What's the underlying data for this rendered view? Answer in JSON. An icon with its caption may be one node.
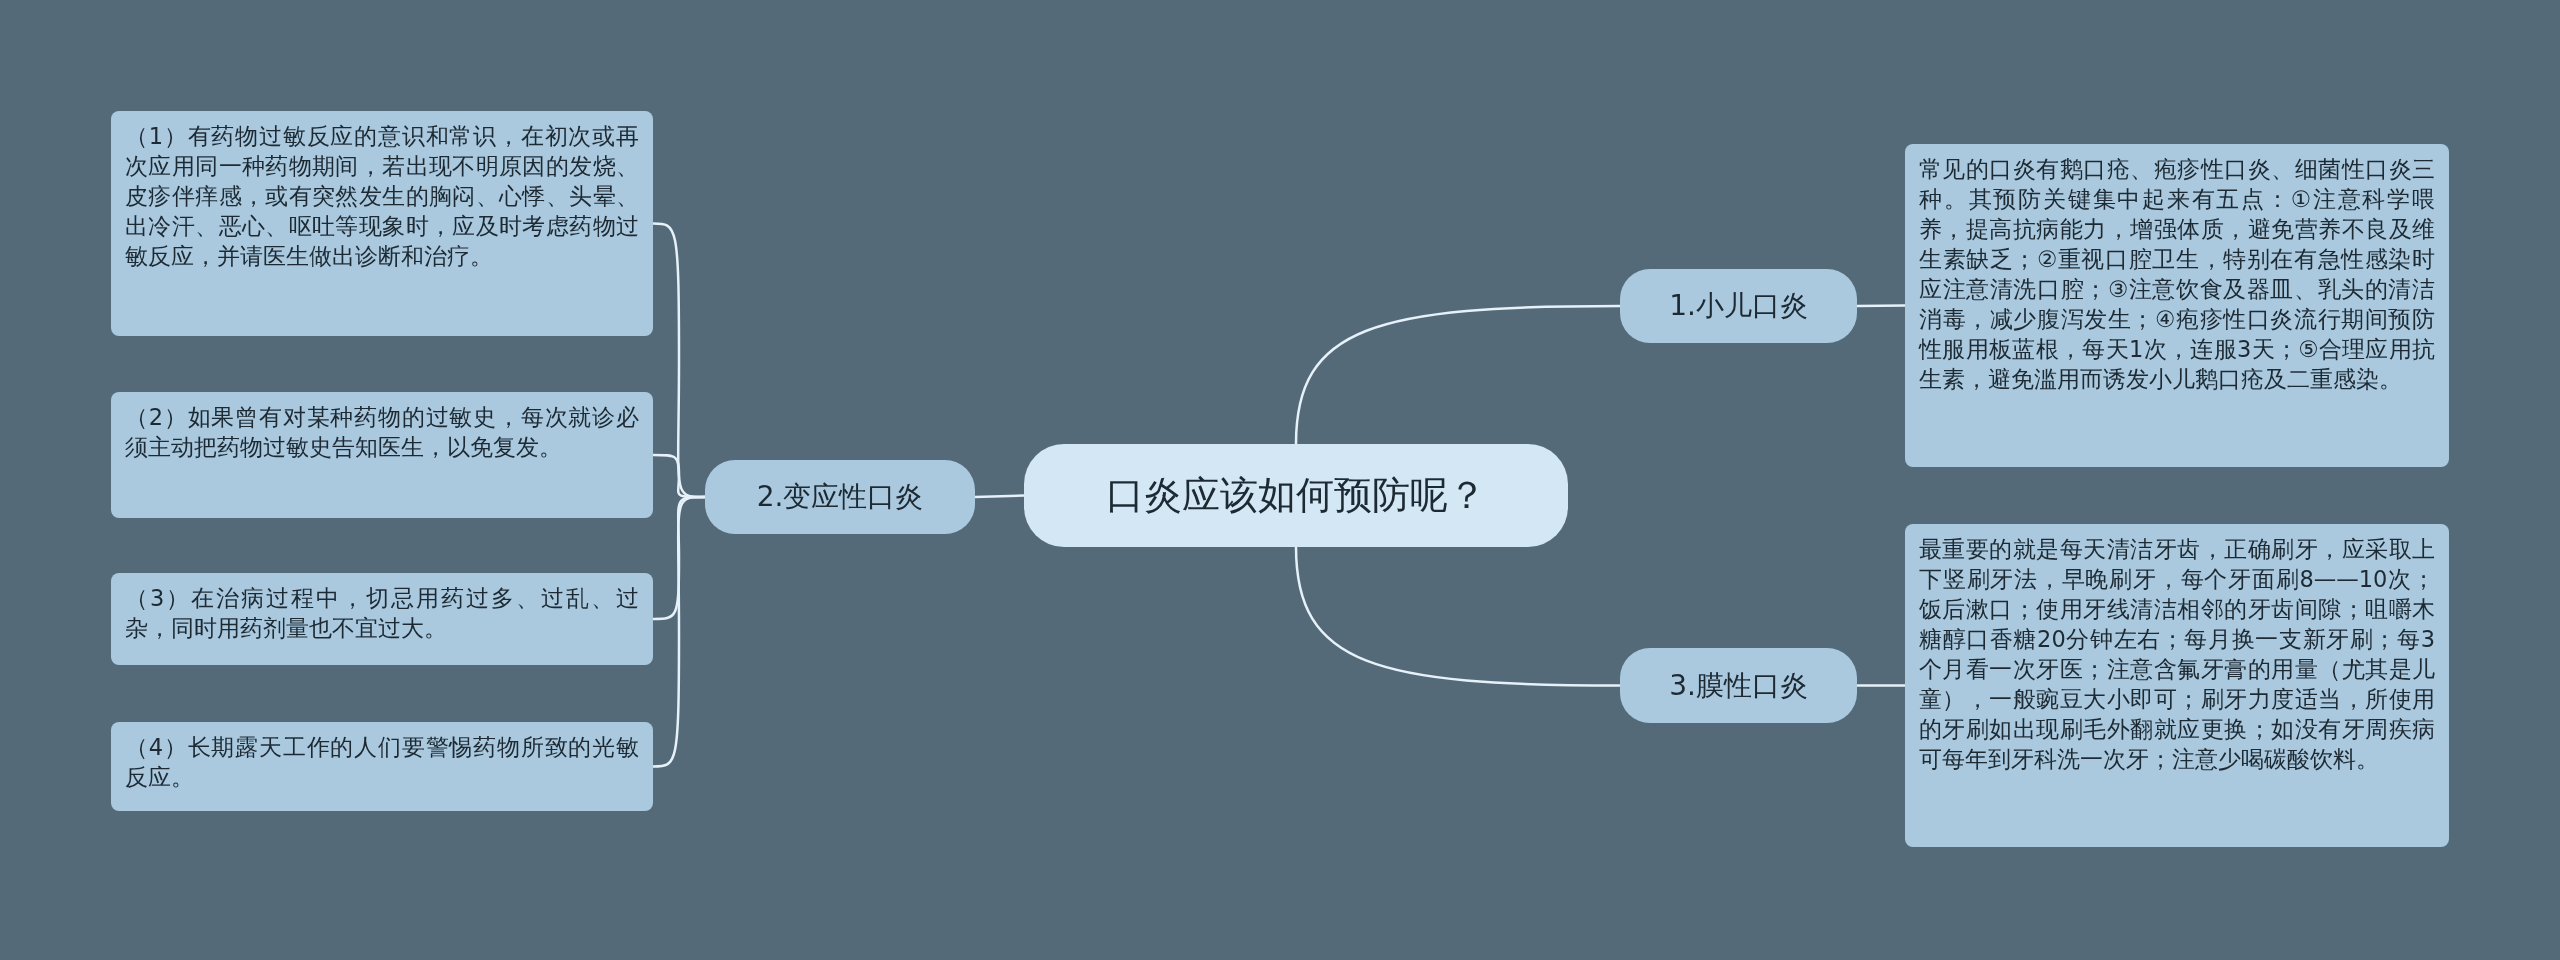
{
  "diagram": {
    "nodes": [
      {
        "text": [
          "口炎应该如何预防呢？"
        ]
      },
      {
        "text": [
          "1.小儿口炎"
        ]
      },
      {
        "text": [
          "常见的口炎有鹅口疮、疱疹性口炎、细菌性口炎三种。其预防关键集中起来有五点：①注意科学喂养，提高抗病能力，增强体质，避免营养不良及维生素缺乏；②重视口腔卫生，特别在有急性感染时应注意清洗口腔；③注意饮食及器皿、乳头的清洁消毒，减少腹泻发生；④疱疹性口炎流行期间预防性服用板蓝根，每天1次，连服3天；⑤合理应用抗生素，避免滥用而诱发小儿鹅口疮及二重感染。"
        ]
      },
      {
        "text": [
          "3.膜性口炎"
        ]
      },
      {
        "text": [
          "最重要的就是每天清洁牙齿，正确刷牙，应采取上下竖刷牙法，早晚刷牙，每个牙面刷8——10次；饭后漱口；使用牙线清洁相邻的牙齿间隙；咀嚼木糖醇口香糖20分钟左右；每月换一支新牙刷；每3个月看一次牙医；注意含氟牙膏的用量（尤其是儿童），一般豌豆大小即可；刷牙力度适当，所使用的牙刷如出现刷毛外翻就应更换；如没有牙周疾病可每年到牙科洗一次牙；注意少喝碳酸饮料。"
        ]
      },
      {
        "text": [
          "2.变应性口炎"
        ]
      },
      {
        "text": [
          "（1）有药物过敏反应的意识和常识，在初次或再次应用同一种药物期间，若出现不明原因的发烧、皮疹伴痒感，或有突然发生的胸闷、心悸、头晕、出冷汗、恶心、呕吐等现象时，应及时考虑药物过敏反应，并请医生做出诊断和治疗。"
        ]
      },
      {
        "text": [
          "（2）如果曾有对某种药物的过敏史，每次就诊必须主动把药物过敏史告知医生，以免复发。"
        ]
      },
      {
        "text": [
          "（3）在治病过程中，切忌用药过多、过乱、过杂，同时用药剂量也不宜过大。"
        ]
      },
      {
        "text": [
          "（4）长期露天工作的人们要警惕药物所致的光敏反应。"
        ]
      }
    ],
    "edges": [
      {
        "from": 0,
        "to": 1,
        "arrow": "none"
      },
      {
        "from": 1,
        "to": 2,
        "arrow": "none"
      },
      {
        "from": 0,
        "to": 3,
        "arrow": "none"
      },
      {
        "from": 3,
        "to": 4,
        "arrow": "none"
      },
      {
        "from": 0,
        "to": 5,
        "arrow": "none"
      },
      {
        "from": 5,
        "to": 6,
        "arrow": "none"
      },
      {
        "from": 5,
        "to": 7,
        "arrow": "none"
      },
      {
        "from": 5,
        "to": 8,
        "arrow": "none"
      },
      {
        "from": 5,
        "to": 9,
        "arrow": "none"
      }
    ]
  }
}
